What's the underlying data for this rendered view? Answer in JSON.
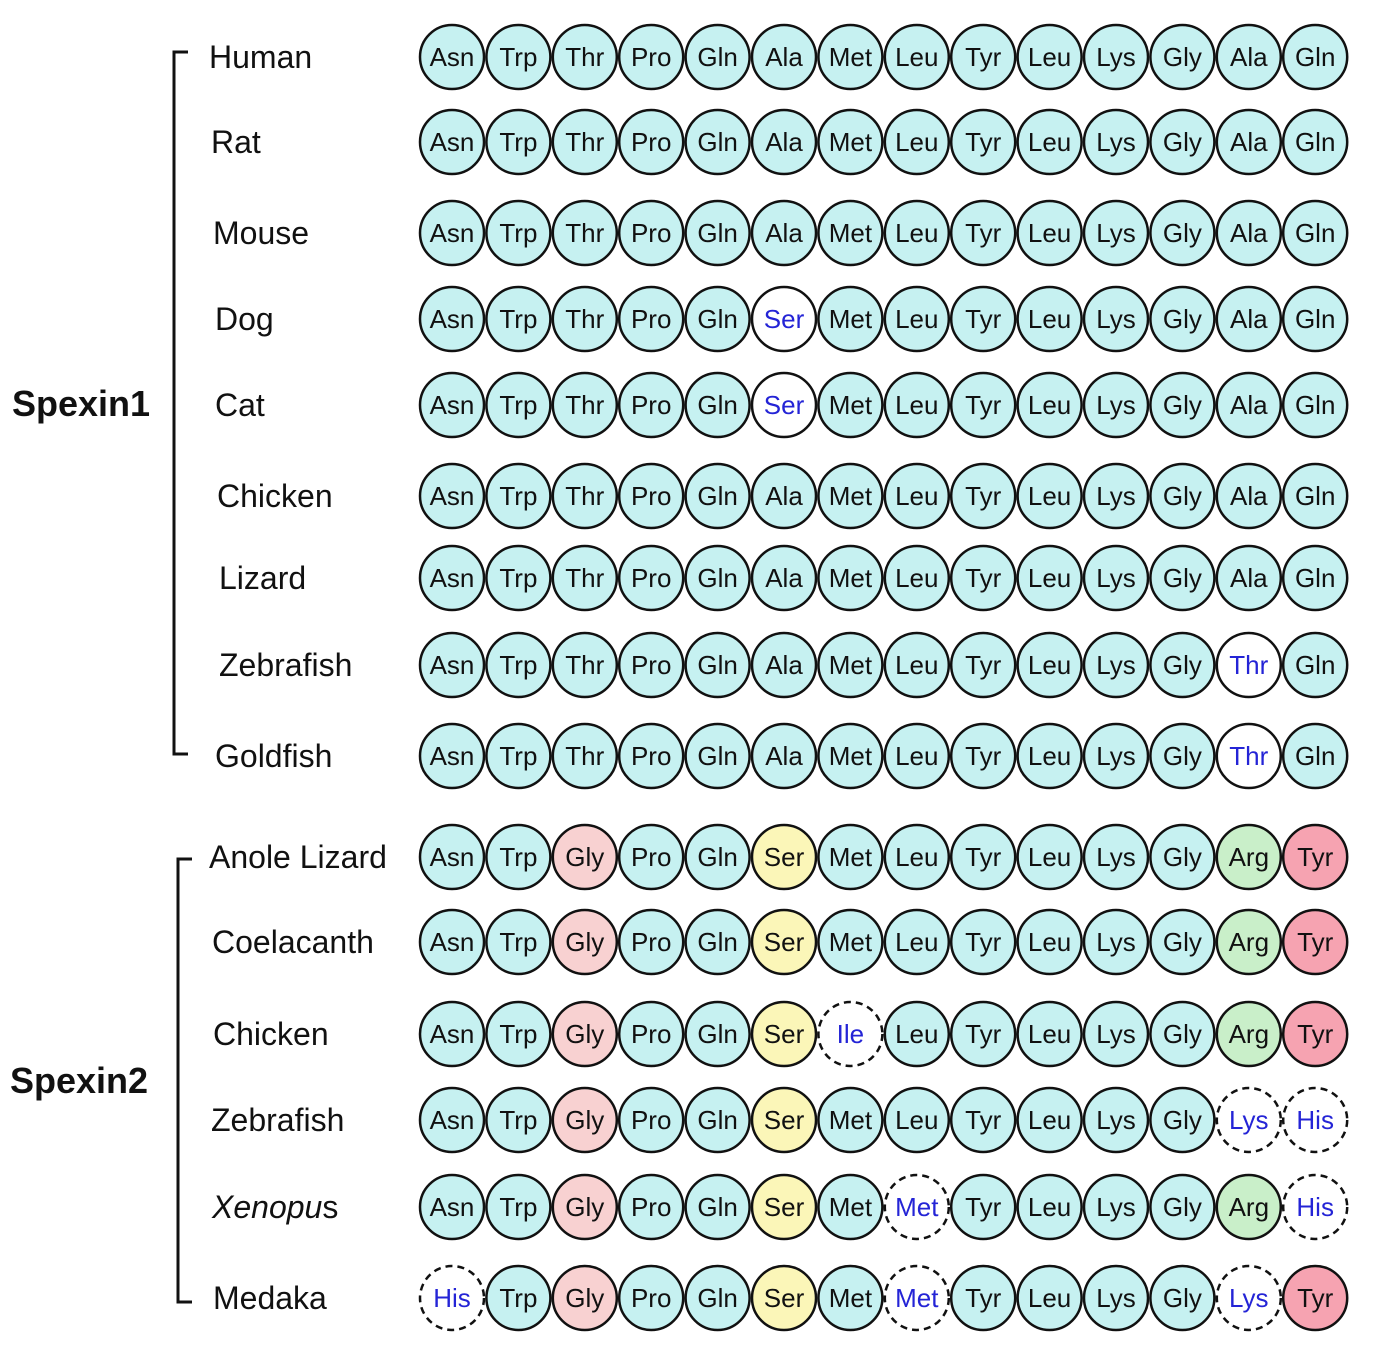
{
  "colors": {
    "default": "#c6f1f1",
    "white": "#ffffff",
    "pink": "#f8d1d1",
    "yellow": "#fbf6b8",
    "green": "#c9efc9",
    "rose": "#f6a3b1",
    "mutation_text": "#2424d6",
    "text": "#111111"
  },
  "groups": [
    {
      "label": "Spexin1",
      "rows": [
        {
          "species": "Human",
          "residues": [
            {
              "aa": "Asn"
            },
            {
              "aa": "Trp"
            },
            {
              "aa": "Thr"
            },
            {
              "aa": "Pro"
            },
            {
              "aa": "Gln"
            },
            {
              "aa": "Ala"
            },
            {
              "aa": "Met"
            },
            {
              "aa": "Leu"
            },
            {
              "aa": "Tyr"
            },
            {
              "aa": "Leu"
            },
            {
              "aa": "Lys"
            },
            {
              "aa": "Gly"
            },
            {
              "aa": "Ala"
            },
            {
              "aa": "Gln"
            }
          ]
        },
        {
          "species": "Rat",
          "residues": [
            {
              "aa": "Asn"
            },
            {
              "aa": "Trp"
            },
            {
              "aa": "Thr"
            },
            {
              "aa": "Pro"
            },
            {
              "aa": "Gln"
            },
            {
              "aa": "Ala"
            },
            {
              "aa": "Met"
            },
            {
              "aa": "Leu"
            },
            {
              "aa": "Tyr"
            },
            {
              "aa": "Leu"
            },
            {
              "aa": "Lys"
            },
            {
              "aa": "Gly"
            },
            {
              "aa": "Ala"
            },
            {
              "aa": "Gln"
            }
          ]
        },
        {
          "species": "Mouse",
          "residues": [
            {
              "aa": "Asn"
            },
            {
              "aa": "Trp"
            },
            {
              "aa": "Thr"
            },
            {
              "aa": "Pro"
            },
            {
              "aa": "Gln"
            },
            {
              "aa": "Ala"
            },
            {
              "aa": "Met"
            },
            {
              "aa": "Leu"
            },
            {
              "aa": "Tyr"
            },
            {
              "aa": "Leu"
            },
            {
              "aa": "Lys"
            },
            {
              "aa": "Gly"
            },
            {
              "aa": "Ala"
            },
            {
              "aa": "Gln"
            }
          ]
        },
        {
          "species": "Dog",
          "residues": [
            {
              "aa": "Asn"
            },
            {
              "aa": "Trp"
            },
            {
              "aa": "Thr"
            },
            {
              "aa": "Pro"
            },
            {
              "aa": "Gln"
            },
            {
              "aa": "Ser",
              "fill": "white",
              "mutation": true
            },
            {
              "aa": "Met"
            },
            {
              "aa": "Leu"
            },
            {
              "aa": "Tyr"
            },
            {
              "aa": "Leu"
            },
            {
              "aa": "Lys"
            },
            {
              "aa": "Gly"
            },
            {
              "aa": "Ala"
            },
            {
              "aa": "Gln"
            }
          ]
        },
        {
          "species": "Cat",
          "residues": [
            {
              "aa": "Asn"
            },
            {
              "aa": "Trp"
            },
            {
              "aa": "Thr"
            },
            {
              "aa": "Pro"
            },
            {
              "aa": "Gln"
            },
            {
              "aa": "Ser",
              "fill": "white",
              "mutation": true
            },
            {
              "aa": "Met"
            },
            {
              "aa": "Leu"
            },
            {
              "aa": "Tyr"
            },
            {
              "aa": "Leu"
            },
            {
              "aa": "Lys"
            },
            {
              "aa": "Gly"
            },
            {
              "aa": "Ala"
            },
            {
              "aa": "Gln"
            }
          ]
        },
        {
          "species": "Chicken",
          "residues": [
            {
              "aa": "Asn"
            },
            {
              "aa": "Trp"
            },
            {
              "aa": "Thr"
            },
            {
              "aa": "Pro"
            },
            {
              "aa": "Gln"
            },
            {
              "aa": "Ala"
            },
            {
              "aa": "Met"
            },
            {
              "aa": "Leu"
            },
            {
              "aa": "Tyr"
            },
            {
              "aa": "Leu"
            },
            {
              "aa": "Lys"
            },
            {
              "aa": "Gly"
            },
            {
              "aa": "Ala"
            },
            {
              "aa": "Gln"
            }
          ]
        },
        {
          "species": "Lizard",
          "residues": [
            {
              "aa": "Asn"
            },
            {
              "aa": "Trp"
            },
            {
              "aa": "Thr"
            },
            {
              "aa": "Pro"
            },
            {
              "aa": "Gln"
            },
            {
              "aa": "Ala"
            },
            {
              "aa": "Met"
            },
            {
              "aa": "Leu"
            },
            {
              "aa": "Tyr"
            },
            {
              "aa": "Leu"
            },
            {
              "aa": "Lys"
            },
            {
              "aa": "Gly"
            },
            {
              "aa": "Ala"
            },
            {
              "aa": "Gln"
            }
          ]
        },
        {
          "species": "Zebrafish",
          "residues": [
            {
              "aa": "Asn"
            },
            {
              "aa": "Trp"
            },
            {
              "aa": "Thr"
            },
            {
              "aa": "Pro"
            },
            {
              "aa": "Gln"
            },
            {
              "aa": "Ala"
            },
            {
              "aa": "Met"
            },
            {
              "aa": "Leu"
            },
            {
              "aa": "Tyr"
            },
            {
              "aa": "Leu"
            },
            {
              "aa": "Lys"
            },
            {
              "aa": "Gly"
            },
            {
              "aa": "Thr",
              "fill": "white",
              "mutation": true
            },
            {
              "aa": "Gln"
            }
          ]
        },
        {
          "species": "Goldfish",
          "residues": [
            {
              "aa": "Asn"
            },
            {
              "aa": "Trp"
            },
            {
              "aa": "Thr"
            },
            {
              "aa": "Pro"
            },
            {
              "aa": "Gln"
            },
            {
              "aa": "Ala"
            },
            {
              "aa": "Met"
            },
            {
              "aa": "Leu"
            },
            {
              "aa": "Tyr"
            },
            {
              "aa": "Leu"
            },
            {
              "aa": "Lys"
            },
            {
              "aa": "Gly"
            },
            {
              "aa": "Thr",
              "fill": "white",
              "mutation": true
            },
            {
              "aa": "Gln"
            }
          ]
        }
      ]
    },
    {
      "label": "Spexin2",
      "rows": [
        {
          "species": "Anole Lizard",
          "residues": [
            {
              "aa": "Asn"
            },
            {
              "aa": "Trp"
            },
            {
              "aa": "Gly",
              "fill": "pink"
            },
            {
              "aa": "Pro"
            },
            {
              "aa": "Gln"
            },
            {
              "aa": "Ser",
              "fill": "yellow"
            },
            {
              "aa": "Met"
            },
            {
              "aa": "Leu"
            },
            {
              "aa": "Tyr"
            },
            {
              "aa": "Leu"
            },
            {
              "aa": "Lys"
            },
            {
              "aa": "Gly"
            },
            {
              "aa": "Arg",
              "fill": "green"
            },
            {
              "aa": "Tyr",
              "fill": "rose"
            }
          ]
        },
        {
          "species": "Coelacanth",
          "residues": [
            {
              "aa": "Asn"
            },
            {
              "aa": "Trp"
            },
            {
              "aa": "Gly",
              "fill": "pink"
            },
            {
              "aa": "Pro"
            },
            {
              "aa": "Gln"
            },
            {
              "aa": "Ser",
              "fill": "yellow"
            },
            {
              "aa": "Met"
            },
            {
              "aa": "Leu"
            },
            {
              "aa": "Tyr"
            },
            {
              "aa": "Leu"
            },
            {
              "aa": "Lys"
            },
            {
              "aa": "Gly"
            },
            {
              "aa": "Arg",
              "fill": "green"
            },
            {
              "aa": "Tyr",
              "fill": "rose"
            }
          ]
        },
        {
          "species": "Chicken",
          "residues": [
            {
              "aa": "Asn"
            },
            {
              "aa": "Trp"
            },
            {
              "aa": "Gly",
              "fill": "pink"
            },
            {
              "aa": "Pro"
            },
            {
              "aa": "Gln"
            },
            {
              "aa": "Ser",
              "fill": "yellow"
            },
            {
              "aa": "Ile",
              "fill": "white",
              "mutation": true,
              "dashed": true
            },
            {
              "aa": "Leu"
            },
            {
              "aa": "Tyr"
            },
            {
              "aa": "Leu"
            },
            {
              "aa": "Lys"
            },
            {
              "aa": "Gly"
            },
            {
              "aa": "Arg",
              "fill": "green"
            },
            {
              "aa": "Tyr",
              "fill": "rose"
            }
          ]
        },
        {
          "species": "Zebrafish",
          "residues": [
            {
              "aa": "Asn"
            },
            {
              "aa": "Trp"
            },
            {
              "aa": "Gly",
              "fill": "pink"
            },
            {
              "aa": "Pro"
            },
            {
              "aa": "Gln"
            },
            {
              "aa": "Ser",
              "fill": "yellow"
            },
            {
              "aa": "Met"
            },
            {
              "aa": "Leu"
            },
            {
              "aa": "Tyr"
            },
            {
              "aa": "Leu"
            },
            {
              "aa": "Lys"
            },
            {
              "aa": "Gly"
            },
            {
              "aa": "Lys",
              "fill": "white",
              "mutation": true,
              "dashed": true
            },
            {
              "aa": "His",
              "fill": "white",
              "mutation": true,
              "dashed": true
            }
          ]
        },
        {
          "species_italic": "Xenopu",
          "species_suffix": "s",
          "residues": [
            {
              "aa": "Asn"
            },
            {
              "aa": "Trp"
            },
            {
              "aa": "Gly",
              "fill": "pink"
            },
            {
              "aa": "Pro"
            },
            {
              "aa": "Gln"
            },
            {
              "aa": "Ser",
              "fill": "yellow"
            },
            {
              "aa": "Met"
            },
            {
              "aa": "Met",
              "fill": "white",
              "mutation": true,
              "dashed": true
            },
            {
              "aa": "Tyr"
            },
            {
              "aa": "Leu"
            },
            {
              "aa": "Lys"
            },
            {
              "aa": "Gly"
            },
            {
              "aa": "Arg",
              "fill": "green"
            },
            {
              "aa": "His",
              "fill": "white",
              "mutation": true,
              "dashed": true
            }
          ]
        },
        {
          "species": "Medaka",
          "residues": [
            {
              "aa": "His",
              "fill": "white",
              "mutation": true,
              "dashed": true
            },
            {
              "aa": "Trp"
            },
            {
              "aa": "Gly",
              "fill": "pink"
            },
            {
              "aa": "Pro"
            },
            {
              "aa": "Gln"
            },
            {
              "aa": "Ser",
              "fill": "yellow"
            },
            {
              "aa": "Met"
            },
            {
              "aa": "Met",
              "fill": "white",
              "mutation": true,
              "dashed": true
            },
            {
              "aa": "Tyr"
            },
            {
              "aa": "Leu"
            },
            {
              "aa": "Lys"
            },
            {
              "aa": "Gly"
            },
            {
              "aa": "Lys",
              "fill": "white",
              "mutation": true,
              "dashed": true
            },
            {
              "aa": "Tyr",
              "fill": "rose"
            }
          ]
        }
      ]
    }
  ]
}
